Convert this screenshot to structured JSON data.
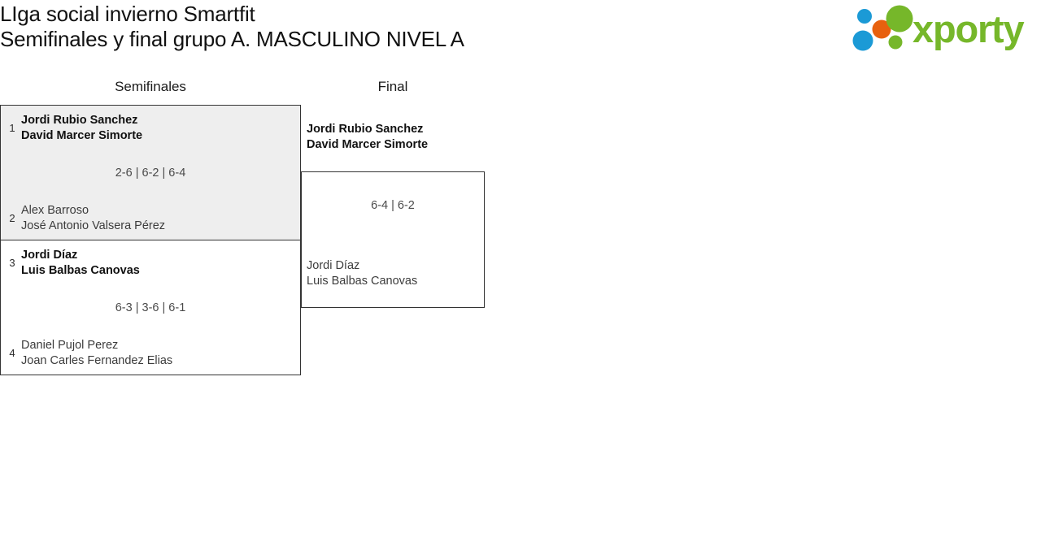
{
  "header": {
    "title_line_1": "LIga social invierno Smartfit",
    "title_line_2": "Semifinales y final grupo A. MASCULINO NIVEL A",
    "logo": {
      "wordmark": "xporty",
      "green": "#76b72a",
      "blue": "#1b9ad6",
      "orange": "#e8610e"
    }
  },
  "rounds": [
    {
      "label": "Semifinales"
    },
    {
      "label": "Final"
    }
  ],
  "bracket": {
    "semifinals": [
      {
        "score": "2-6 | 6-2 | 6-4",
        "top": {
          "seed": "1",
          "player_1": "Jordi Rubio Sanchez",
          "player_2": "David Marcer Simorte",
          "result": "winner"
        },
        "bottom": {
          "seed": "2",
          "player_1": "Alex Barroso",
          "player_2": "José Antonio Valsera Pérez",
          "result": "loser"
        }
      },
      {
        "score": "6-3 | 3-6 | 6-1",
        "top": {
          "seed": "3",
          "player_1": "Jordi Díaz",
          "player_2": "Luis Balbas Canovas",
          "result": "winner"
        },
        "bottom": {
          "seed": "4",
          "player_1": "Daniel Pujol Perez",
          "player_2": "Joan Carles Fernandez Elias",
          "result": "loser"
        }
      }
    ],
    "final": {
      "score": "6-4 | 6-2",
      "top": {
        "player_1": "Jordi Rubio Sanchez",
        "player_2": "David Marcer Simorte",
        "result": "winner"
      },
      "bottom": {
        "player_1": "Jordi Díaz",
        "player_2": "Luis Balbas Canovas",
        "result": "loser"
      }
    }
  }
}
